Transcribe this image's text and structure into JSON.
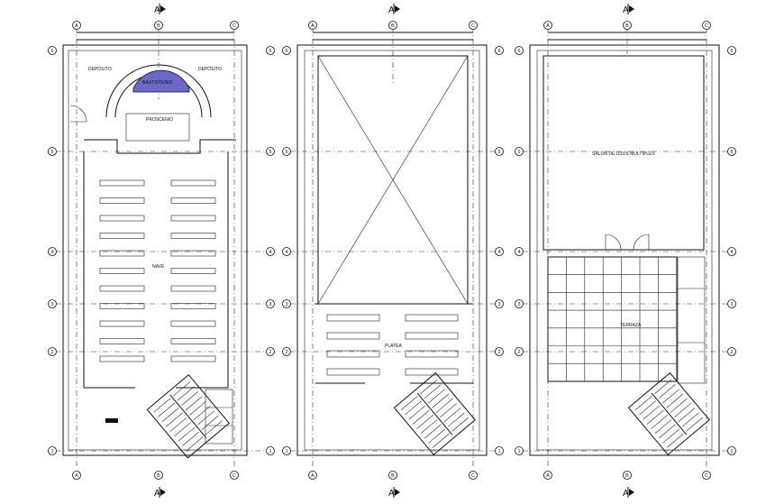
{
  "section_marks": [
    "A",
    "A",
    "A",
    "A",
    "A",
    "A"
  ],
  "axis_columns": [
    "A",
    "B",
    "C"
  ],
  "axis_rows": [
    "1",
    "2",
    "3",
    "4",
    "5",
    "6"
  ],
  "plans": [
    {
      "rooms": [
        "DEPÓSITO",
        "DEPÓSITO",
        "BAUTISTERIO",
        "PROSCENIO",
        "NAVE"
      ]
    },
    {
      "rooms": [
        "PLATEA"
      ]
    },
    {
      "rooms": [
        "SALON DE USOS MULTIPLES",
        "TERRAZA"
      ]
    }
  ],
  "colors": {
    "baptistery_fill": "#6a68c8",
    "line": "#111111"
  }
}
